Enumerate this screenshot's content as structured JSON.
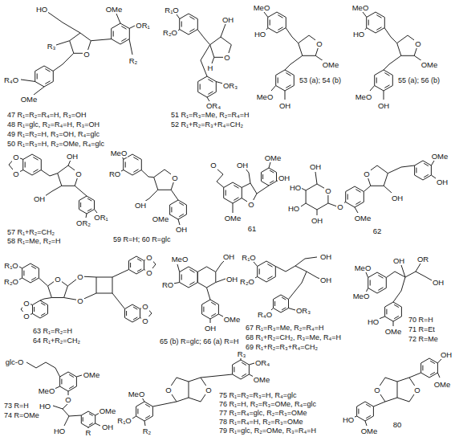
{
  "diagram": {
    "labels": [
      "HO",
      "OMe",
      "OR₁",
      "R₃",
      "O",
      "R₂",
      "R₄O",
      "OMe",
      "47 R₁=R₂=R₄=H, R₃=OH",
      "48 R₁=glc, R₂=R₄=H, R₃=OH",
      "49 R₁=R₂=H, R₃=OH, R₄=glc",
      "50 R₁=R₃=H, R₂=OMe, R₄=glc",
      "R₁O",
      "R₂O",
      "OH",
      "O",
      "H",
      "OR₃",
      "OR₄",
      "51 R₁=R₃=Me, R₂=R₄=H",
      "52 R₁+R₂=R₃+R₄=CH₂",
      "MeO",
      "HO",
      "O",
      "OMe",
      "53 (a); 54 (b)",
      "MeO",
      "OH",
      "MeO",
      "HO",
      "O",
      "OMe",
      "55 (a); 56 (b)",
      "MeO",
      "OH",
      "O",
      "O",
      "OH",
      "O",
      "OH",
      "OR₁",
      "OR₂",
      "57 R₁+R₂=CH₂",
      "58 R₁=Me, R₂=H",
      "MeO",
      "RO",
      "O",
      "OH",
      "OMe",
      "OH",
      "59 R=H; 60 R=glc",
      "O",
      "OH",
      "OMe",
      "O",
      "OH",
      "OMe",
      "61",
      "OH",
      "HO",
      "O",
      "HO",
      "OH",
      "O",
      "OMe",
      "O",
      "OH",
      "OMe",
      "OH",
      "62",
      "R₁O",
      "R₂O",
      "O",
      "O",
      "O",
      "O",
      "O",
      "O",
      "O",
      "O",
      "O",
      "63 R₁=R₂=H",
      "64 R₁+R₂=CH₂",
      "MeO",
      "RO",
      "OH",
      "OH",
      "OH",
      "OMe",
      "65 (b) R=glc; 66 (a) R=H",
      "R₁O",
      "R₂O",
      "OH",
      "OH",
      "OR₃",
      "R₄O",
      "67 R₁=R₃=Me, R₂=R₄=H",
      "68 R₁+R₂=CH₂, R₃=Me, R₄=H",
      "69 R₁+R₂=R₃+R₄=CH₂",
      "MeO",
      "MeO",
      "OH",
      "OR",
      "OH",
      "HO",
      "OMe",
      "70 R=H",
      "71 R=Et",
      "72 R=Me",
      "glc-O",
      "OMe",
      "MeO",
      "O",
      "HO",
      "73 R=H",
      "74 R=OMe",
      "HO",
      "OMe",
      "OH",
      "R",
      "O",
      "O",
      "R₃",
      "OR₄",
      "OMe",
      "MeO",
      "R₁O",
      "R₂",
      "75 R₁=R₂=R₃=H, R₄=glc",
      "76 R₁=H, R₂=R₃=OMe, R₄=glc",
      "77 R₁=R₄=glc, R₂=R₃=OMe",
      "78 R₁=R₄=H, R₂=R₃=OMe",
      "79 R₁=glc, R₂=OMe, R₃=R₄=H",
      "O",
      "O",
      "OH",
      "OMe",
      "HO",
      "OMe",
      "80"
    ]
  }
}
